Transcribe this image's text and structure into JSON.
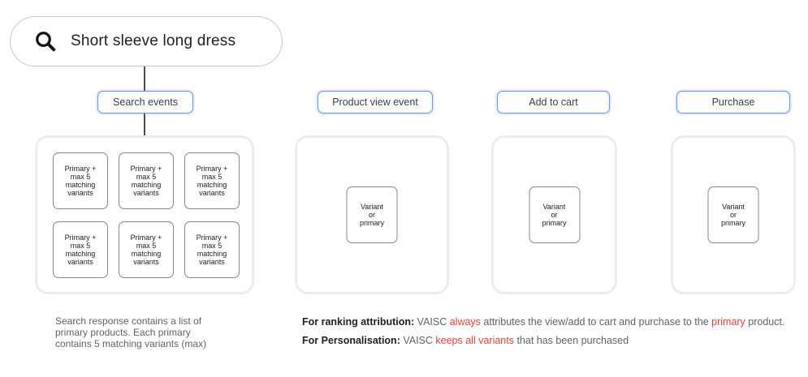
{
  "colors": {
    "accent_blue": "#5e97f6",
    "container_border": "#ececec",
    "box_border": "#84888c",
    "text_dark": "#202124",
    "text_gray": "#5f6368",
    "highlight_red": "#ea4335"
  },
  "search_bar": {
    "query": "Short sleeve long dress",
    "icon": "search-icon"
  },
  "columns": [
    {
      "button_label": "Search events",
      "boxes": [
        "Primary +\nmax 5\nmatching\nvariants",
        "Primary +\nmax 5\nmatching\nvariants",
        "Primary +\nmax 5\nmatching\nvariants",
        "Primary +\nmax 5\nmatching\nvariants",
        "Primary +\nmax 5\nmatching\nvariants",
        "Primary +\nmax 5\nmatching\nvariants"
      ]
    },
    {
      "button_label": "Product view event",
      "box_label": "Variant\nor\nprimary"
    },
    {
      "button_label": "Add to cart",
      "box_label": "Variant\nor\nprimary"
    },
    {
      "button_label": "Purchase",
      "box_label": "Variant\nor\nprimary"
    }
  ],
  "captions": {
    "search_note": "Search response contains a list of\nprimary products. Each primary\ncontains 5 matching variants (max)",
    "notes": [
      {
        "segments": [
          {
            "t": "For ranking attribution:",
            "s": "bold"
          },
          {
            "t": " VAISC ",
            "s": "normal"
          },
          {
            "t": "always",
            "s": "red"
          },
          {
            "t": " attributes the view/add to cart and purchase to the ",
            "s": "normal"
          },
          {
            "t": "primary",
            "s": "red"
          },
          {
            "t": " product.",
            "s": "normal"
          }
        ]
      },
      {
        "segments": [
          {
            "t": "For Personalisation:",
            "s": "bold"
          },
          {
            "t": " VAISC ",
            "s": "normal"
          },
          {
            "t": "keeps all variants",
            "s": "red"
          },
          {
            "t": " that has been purchased",
            "s": "normal"
          }
        ]
      }
    ]
  }
}
